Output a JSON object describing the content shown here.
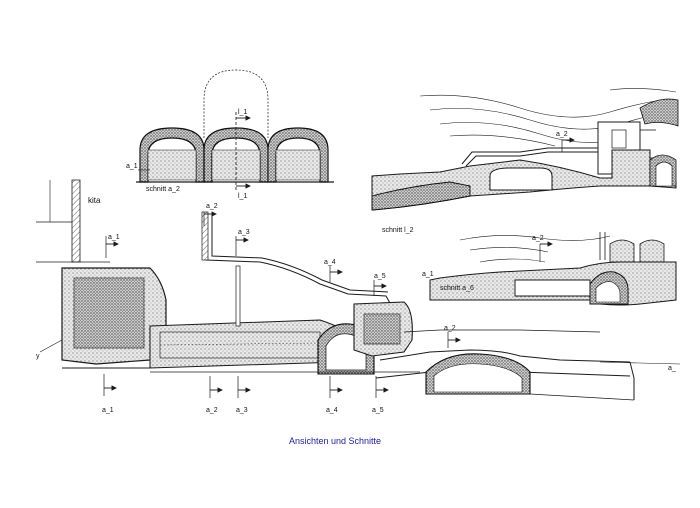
{
  "caption": "Ansichten und Schnitte",
  "labels": {
    "kita": "kita",
    "schnitt_a2": "schnitt a_2",
    "schnitt_l2": "schnitt l_2",
    "schnitt_a6": "schnitt a_6",
    "l1_top": "l_1",
    "l1_bottom": "l_1",
    "a1_left": "a_1",
    "a2_arrow": "a_2",
    "a2_elev_right": "a_2",
    "a6_left": "a_1",
    "cut_a1_top": "a_1",
    "cut_a2_top": "a_2",
    "cut_a3_top": "a_3",
    "cut_a4_top": "a_4",
    "cut_a5_top": "a_5",
    "cut_a1_bottom": "a_1",
    "cut_a2_bottom": "a_2",
    "cut_a3_bottom": "a_3",
    "cut_a4_bottom": "a_4",
    "cut_a5_bottom": "a_5",
    "right_a2": "a_2",
    "right_edge_a": "a_",
    "left_edge_mark": "y"
  },
  "colors": {
    "ink": "#1b1b1b",
    "caption": "#1a1aa8",
    "stipple": "#8a8a8a"
  }
}
